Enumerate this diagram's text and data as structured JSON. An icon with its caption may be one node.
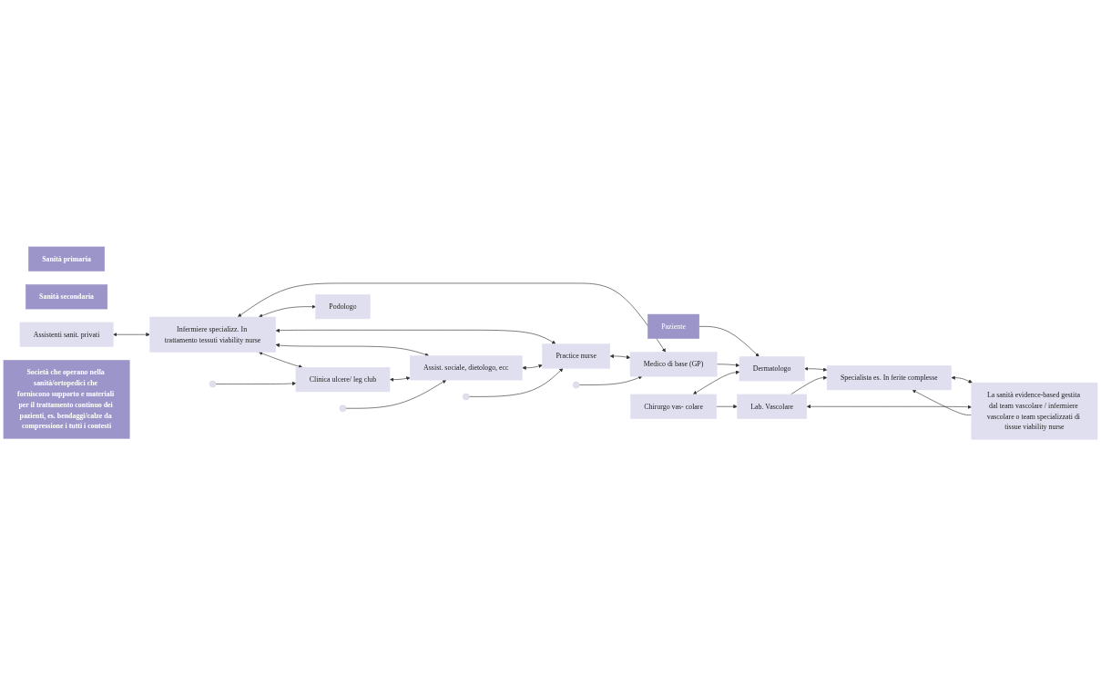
{
  "diagram": {
    "nodes": [
      {
        "text": [
          "Sanità primaria"
        ]
      },
      {
        "text": [
          "Sanità secondaria"
        ]
      },
      {
        "text": [
          "Clinica ulcere/ leg club"
        ]
      },
      {
        "text": [
          "Chirurgo vas- colare"
        ]
      },
      {
        "text": [
          "Assistenti sanit. privati"
        ]
      },
      {
        "text": [
          "Assist. sociale, dietologo, ecc"
        ]
      },
      {
        "text": [
          "Dermatologo"
        ]
      },
      {
        "text": [
          "Lab. Vascolare"
        ]
      },
      {
        "text": [
          "Paziente"
        ]
      },
      {
        "text": [
          "Infermiere specializz. In trattamento tessuti viability nurse"
        ]
      },
      {
        "text": [
          "Practice nurse"
        ]
      },
      {
        "text": [
          "Specialista es. In ferite complesse"
        ]
      },
      {
        "text": [
          "Podologo"
        ]
      },
      {
        "text": [
          "Medico di base (GP)"
        ]
      },
      {
        "text": [
          "La sanità evidence-based gestita dal team vascolare / infermiere vascolare o team specializzati di tissue viability nurse"
        ]
      },
      {
        "text": [
          "Società che operano nella sanità/ortopedici che forniscono supporto e materiali per il trattamento continuo dei pazienti, es. bendaggi/calze da compressione i tutti i contesti"
        ]
      }
    ],
    "edges": [
      {
        "from": 9,
        "to": 2,
        "arrow": "both"
      },
      {
        "from": 9,
        "to": 5,
        "arrow": "both"
      },
      {
        "from": 9,
        "to": 10,
        "arrow": "both"
      },
      {
        "from": 9,
        "to": 13,
        "arrow": "both"
      },
      {
        "from": 4,
        "to": 9,
        "arrow": "both"
      },
      {
        "from": 9,
        "to": 12,
        "arrow": "both"
      },
      {
        "from": 2,
        "to": 5,
        "arrow": "both"
      },
      {
        "from": 5,
        "to": 10,
        "arrow": "both"
      },
      {
        "from": 10,
        "to": 13,
        "arrow": "both"
      },
      {
        "from": null,
        "to": 2,
        "arrow": "to"
      },
      {
        "from": null,
        "to": 5,
        "arrow": "to"
      },
      {
        "from": null,
        "to": 10,
        "arrow": "to"
      },
      {
        "from": null,
        "to": 13,
        "arrow": "to"
      },
      {
        "from": 8,
        "to": 6,
        "arrow": "to"
      },
      {
        "from": 13,
        "to": 6,
        "arrow": "to"
      },
      {
        "from": 3,
        "to": 7,
        "arrow": "to"
      },
      {
        "from": 3,
        "to": 6,
        "arrow": "both"
      },
      {
        "from": 6,
        "to": 11,
        "arrow": "both"
      },
      {
        "from": 11,
        "to": 14,
        "arrow": "both"
      },
      {
        "from": 7,
        "to": 14,
        "arrow": "both"
      },
      {
        "from": 7,
        "to": 11,
        "arrow": "to"
      },
      {
        "from": 14,
        "to": 11,
        "arrow": "to"
      }
    ]
  }
}
